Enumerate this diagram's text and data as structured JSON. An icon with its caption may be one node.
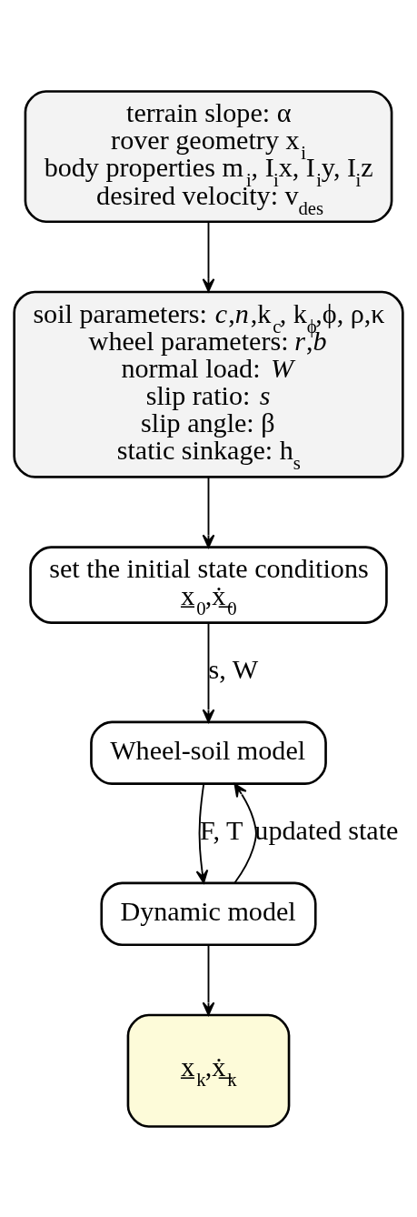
{
  "diagram": {
    "nodes": [
      {
        "text": [
          "terrain slope: α",
          "rover geometry x$_{i}$",
          "body properties m$_{i}$, I$_{i}$x, I$_{i}$y, I$_{i}$z",
          "desired velocity: v$_{des}$"
        ]
      },
      {
        "text": [
          "soil parameters: *c*,*n*,k$_{c}$, k$_{ϕ}$,ϕ, ρ,κ",
          "wheel parameters: *r*,*b*",
          "normal load: *W*",
          "slip ratio: *s*",
          "slip angle: β",
          "static sinkage: h$_{s}$"
        ]
      },
      {
        "text": [
          "set the initial state conditions",
          "x̲$_{0}$,ẋ̲$_{0}$"
        ]
      },
      {
        "text": [
          "Wheel-soil model"
        ]
      },
      {
        "text": [
          "Dynamic model"
        ]
      },
      {
        "text": [
          "x̲$_{k}$,ẋ̲$_{k}$"
        ]
      }
    ],
    "edges": [
      {
        "from": 0,
        "to": 1,
        "arrow": "to"
      },
      {
        "from": 1,
        "to": 2,
        "arrow": "to"
      },
      {
        "from": 2,
        "to": 3,
        "arrow": "to",
        "label": "s, W"
      },
      {
        "from": 3,
        "to": 4,
        "arrow": "to",
        "label": "F, T"
      },
      {
        "from": 4,
        "to": 5,
        "arrow": "to"
      },
      {
        "from": 4,
        "to": 3,
        "arrow": "to",
        "label": "updated state"
      }
    ]
  }
}
